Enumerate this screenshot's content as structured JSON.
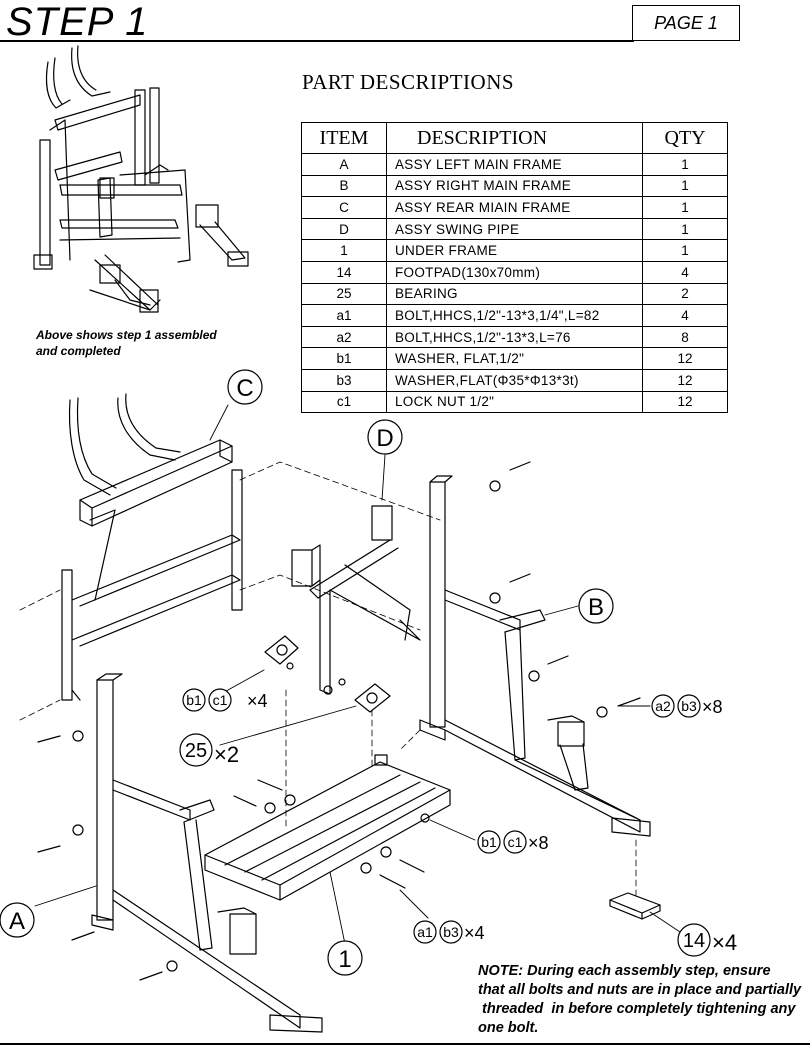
{
  "header": {
    "step": "STEP 1",
    "page": "PAGE 1"
  },
  "parts": {
    "title": "PART DESCRIPTIONS",
    "headers": {
      "item": "ITEM",
      "description": "DESCRIPTION",
      "qty": "QTY"
    },
    "rows": [
      {
        "item": "A",
        "description": "ASSY LEFT MAIN FRAME",
        "qty": "1"
      },
      {
        "item": "B",
        "description": "ASSY RIGHT MAIN FRAME",
        "qty": "1"
      },
      {
        "item": "C",
        "description": "ASSY REAR MIAIN FRAME",
        "qty": "1"
      },
      {
        "item": "D",
        "description": "ASSY SWING PIPE",
        "qty": "1"
      },
      {
        "item": "1",
        "description": "UNDER FRAME",
        "qty": "1"
      },
      {
        "item": "14",
        "description": "FOOTPAD(130x70mm)",
        "qty": "4"
      },
      {
        "item": "25",
        "description": "BEARING",
        "qty": "2"
      },
      {
        "item": "a1",
        "description": "BOLT,HHCS,1/2\"-13*3,1/4\",L=82",
        "qty": "4"
      },
      {
        "item": "a2",
        "description": "BOLT,HHCS,1/2\"-13*3,L=76",
        "qty": "8"
      },
      {
        "item": "b1",
        "description": "WASHER, FLAT,1/2\"",
        "qty": "12"
      },
      {
        "item": "b3",
        "description": "WASHER,FLAT(Φ35*Φ13*3t)",
        "qty": "12"
      },
      {
        "item": "c1",
        "description": "LOCK NUT 1/2\"",
        "qty": "12"
      }
    ]
  },
  "caption": {
    "line1": "Above shows step 1 assembled",
    "line2": "and completed"
  },
  "callouts": {
    "C": "C",
    "D": "D",
    "B": "B",
    "A": "A",
    "one": "1",
    "b1": "b1",
    "c1": "c1",
    "a1": "a1",
    "a2": "a2",
    "b3": "b3",
    "n25": "25",
    "n14": "14",
    "x4": "×4",
    "x8": "×8",
    "x2": "×2"
  },
  "note": {
    "line1": "NOTE: During each assembly step, ensure",
    "line2": "that all bolts and nuts are in place and partially",
    "line3": " threaded  in before completely tightening any",
    "line4": "one bolt."
  }
}
